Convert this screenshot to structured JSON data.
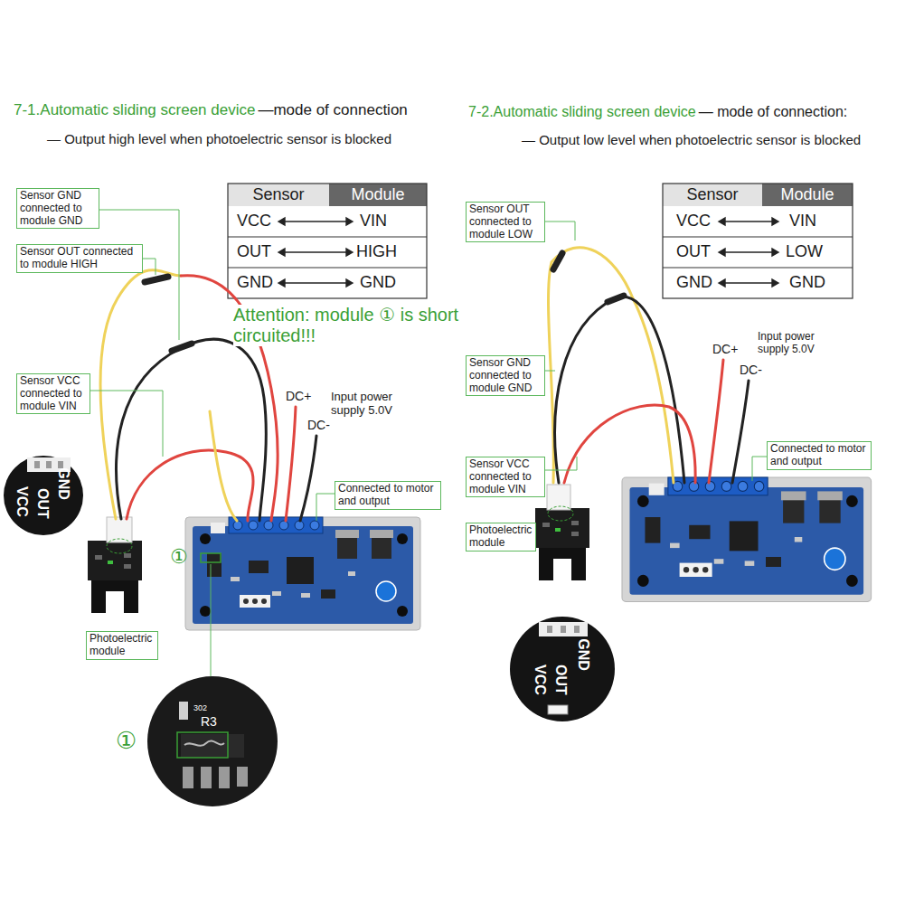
{
  "diagram": {
    "nodes": [
      {
        "text": [
          "Sensor GND connected to module GND"
        ]
      },
      {
        "text": [
          "Sensor OUT connected to module HIGH"
        ]
      },
      {
        "text": [
          "Sensor VCC connected to module VIN"
        ]
      },
      {
        "text": [
          "Photoelectric module"
        ]
      },
      {
        "text": [
          "Connected to motor and output"
        ]
      },
      {
        "text": [
          "Sensor OUT connected to module LOW"
        ]
      },
      {
        "text": [
          "Sensor GND connected to module GND"
        ]
      },
      {
        "text": [
          "Sensor VCC connected to module VIN"
        ]
      },
      {
        "text": [
          "Photoelectric module"
        ]
      },
      {
        "text": [
          "Connected to motor and output"
        ]
      }
    ],
    "labels": [
      "7-1.Automatic sliding screen device",
      "—mode of connection",
      "— Output high level when photoelectric sensor is blocked",
      "7-2.Automatic sliding screen device",
      "— mode of connection:",
      "— Output low level when photoelectric sensor is blocked",
      "Sensor",
      "Module",
      "VCC",
      "VIN",
      "OUT",
      "HIGH",
      "GND",
      "GND",
      "Sensor",
      "Module",
      "VCC",
      "VIN",
      "OUT",
      "LOW",
      "GND",
      "GND",
      "Attention: module ① is short circuited!!!",
      "DC+",
      "DC-",
      "Input power supply 5.0V",
      "DC+",
      "DC-",
      "Input power supply 5.0V",
      "①",
      "①",
      "VCC",
      "OUT",
      "GND",
      "VCC",
      "OUT",
      "GND",
      "R3",
      "302"
    ]
  }
}
